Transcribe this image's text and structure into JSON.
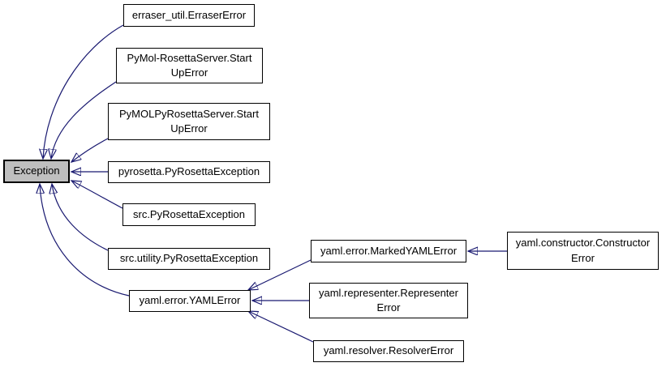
{
  "diagram": {
    "kind": "class-inheritance-graph",
    "colors": {
      "edge": "#191970",
      "node_border": "#000000",
      "node_fill": "#ffffff",
      "selected_node_fill": "#bfbfbf",
      "text": "#000000",
      "background": "#ffffff"
    },
    "nodes": [
      {
        "id": "exception",
        "label": "Exception",
        "selected": true
      },
      {
        "id": "erraser",
        "label": "erraser_util.ErraserError"
      },
      {
        "id": "pymol",
        "label": "PyMol-RosettaServer.Start\nUpError"
      },
      {
        "id": "pymolpy",
        "label": "PyMOLPyRosettaServer.Start\nUpError"
      },
      {
        "id": "pyrosetta",
        "label": "pyrosetta.PyRosettaException"
      },
      {
        "id": "srcpy",
        "label": "src.PyRosettaException"
      },
      {
        "id": "srcutil",
        "label": "src.utility.PyRosettaException"
      },
      {
        "id": "yamlerror",
        "label": "yaml.error.YAMLError"
      },
      {
        "id": "marked",
        "label": "yaml.error.MarkedYAMLError"
      },
      {
        "id": "representer",
        "label": "yaml.representer.Representer\nError"
      },
      {
        "id": "resolver",
        "label": "yaml.resolver.ResolverError"
      },
      {
        "id": "constructor",
        "label": "yaml.constructor.Constructor\nError"
      }
    ],
    "edges": [
      {
        "from": "erraser_util.ErraserError",
        "to": "Exception"
      },
      {
        "from": "PyMol-RosettaServer.StartUpError",
        "to": "Exception"
      },
      {
        "from": "PyMOLPyRosettaServer.StartUpError",
        "to": "Exception"
      },
      {
        "from": "pyrosetta.PyRosettaException",
        "to": "Exception"
      },
      {
        "from": "src.PyRosettaException",
        "to": "Exception"
      },
      {
        "from": "src.utility.PyRosettaException",
        "to": "Exception"
      },
      {
        "from": "yaml.error.YAMLError",
        "to": "Exception"
      },
      {
        "from": "yaml.error.MarkedYAMLError",
        "to": "yaml.error.YAMLError"
      },
      {
        "from": "yaml.representer.RepresenterError",
        "to": "yaml.error.YAMLError"
      },
      {
        "from": "yaml.resolver.ResolverError",
        "to": "yaml.error.YAMLError"
      },
      {
        "from": "yaml.constructor.ConstructorError",
        "to": "yaml.error.MarkedYAMLError"
      }
    ]
  }
}
